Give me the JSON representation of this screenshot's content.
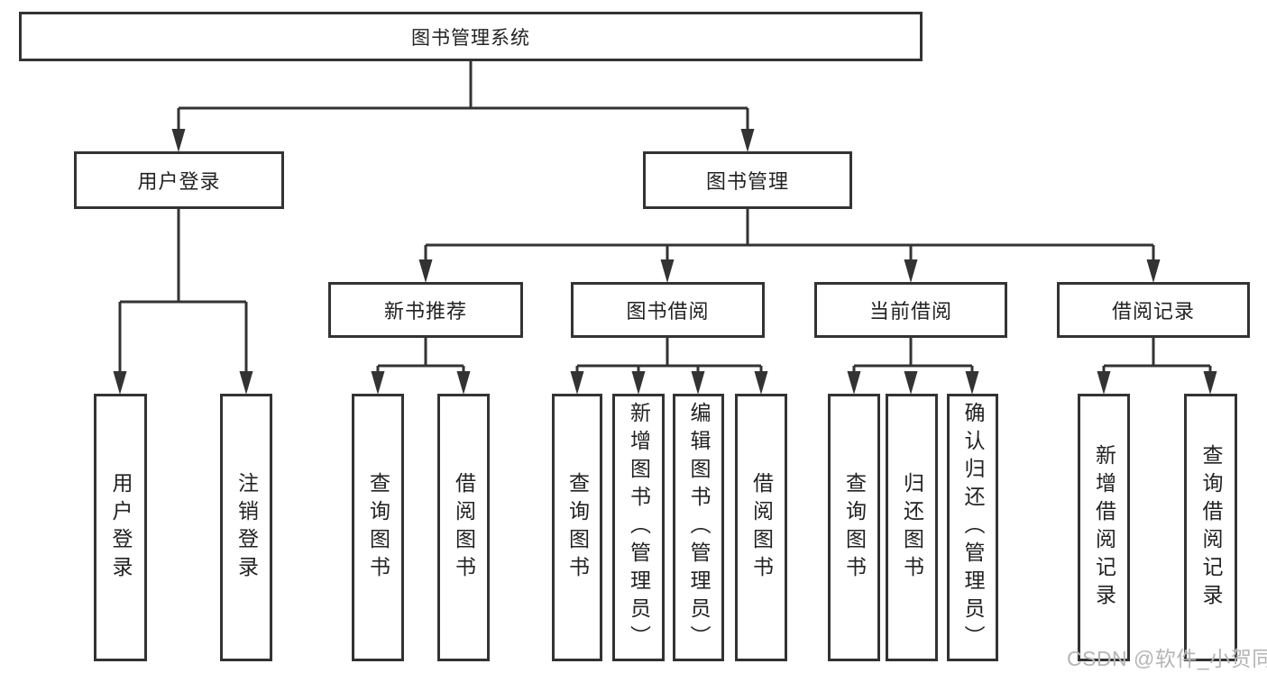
{
  "title": {
    "label": "图书管理系统"
  },
  "level2": {
    "user_login": {
      "label": "用户登录"
    },
    "book_management": {
      "label": "图书管理"
    }
  },
  "level3": {
    "new_book_recommend": {
      "label": "新书推荐"
    },
    "book_borrow": {
      "label": "图书借阅"
    },
    "current_borrow": {
      "label": "当前借阅"
    },
    "borrow_records": {
      "label": "借阅记录"
    }
  },
  "leaves": {
    "user_login": {
      "label": "用户登录"
    },
    "logout": {
      "label": "注销登录"
    },
    "nb_query_books": {
      "label": "查询图书"
    },
    "nb_borrow_books": {
      "label": "借阅图书"
    },
    "bb_query_books": {
      "label": "查询图书"
    },
    "bb_add_books_admin": {
      "label": "新增图书（管理员）"
    },
    "bb_edit_books_admin": {
      "label": "编辑图书（管理员）"
    },
    "bb_borrow_books": {
      "label": "借阅图书"
    },
    "cb_query_books": {
      "label": "查询图书"
    },
    "cb_return_books": {
      "label": "归还图书"
    },
    "cb_confirm_return_admin": {
      "label": "确认归还（管理员）"
    },
    "br_add_record": {
      "label": "新增借阅记录"
    },
    "br_query_record": {
      "label": "查询借阅记录"
    }
  },
  "watermark": {
    "text": "CSDN @软件_小贺同学"
  },
  "colors": {
    "line": "#333333",
    "text": "#222222",
    "watermark": "#b5b5b5",
    "background": "#ffffff"
  }
}
